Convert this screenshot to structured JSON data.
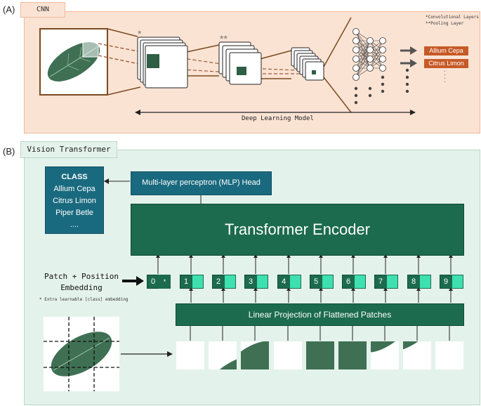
{
  "panel_a": {
    "label": "(A)",
    "tag": "CNN",
    "legend_conv": "*Convolutional Layers",
    "legend_pool": "**Pooling Layer",
    "star_conv": "*",
    "star_pool": "**",
    "axis_label": "Deep Learning Model",
    "outputs": [
      "Allium Cepa",
      "Citrus Limon"
    ],
    "ellipsis": ". . . ."
  },
  "panel_b": {
    "label": "(B)",
    "tag": "Vision Transformer",
    "class_box": [
      "CLASS",
      "Allium Cepa",
      "Citrus Limon",
      "Piper Betle",
      "...."
    ],
    "mlp_head": "Multi-layer perceptron (MLP) Head",
    "encoder": "Transformer Encoder",
    "linear_projection": "Linear Projection of Flattened Patches",
    "patch_position_line1": "Patch + Position",
    "patch_position_line2": "Embedding",
    "footnote": "* Extra learnable [class] embedding",
    "tokens": [
      "0",
      "1",
      "2",
      "3",
      "4",
      "5",
      "6",
      "7",
      "8",
      "9"
    ],
    "class_token_mark": "*"
  },
  "colors": {
    "cnn_bg": "#fbe3d4",
    "vit_bg": "#e4f2ec",
    "dark_green": "#1c6b4e",
    "teal": "#1a6a7f",
    "mint": "#3ee0b0",
    "orange": "#c65a26",
    "leaf": "#3f7054"
  }
}
